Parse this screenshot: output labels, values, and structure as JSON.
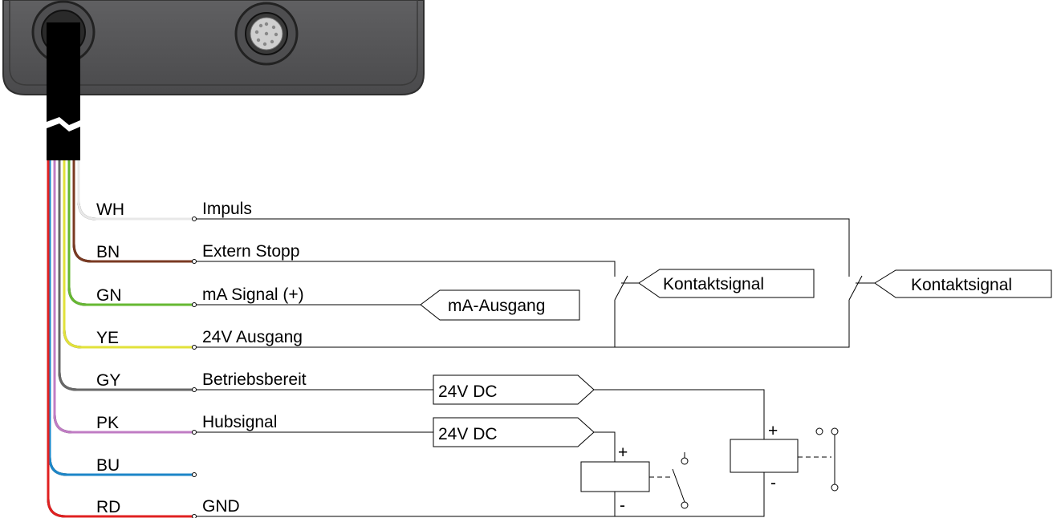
{
  "device": {
    "name": "device-housing"
  },
  "wires": [
    {
      "code": "WH",
      "signal": "Impuls",
      "color": "#e8e8e8"
    },
    {
      "code": "BN",
      "signal": "Extern Stopp",
      "color": "#7a3a22"
    },
    {
      "code": "GN",
      "signal": "mA Signal (+)",
      "color": "#66b832"
    },
    {
      "code": "YE",
      "signal": "24V Ausgang",
      "color": "#e2e23a"
    },
    {
      "code": "GY",
      "signal": "Betriebsbereit",
      "color": "#686868"
    },
    {
      "code": "PK",
      "signal": "Hubsignal",
      "color": "#c07cc4"
    },
    {
      "code": "BU",
      "signal": "",
      "color": "#1c86c8"
    },
    {
      "code": "RD",
      "signal": "GND",
      "color": "#e02020"
    }
  ],
  "boxes": {
    "ma_output": "mA-Ausgang",
    "contact_signal_1": "Kontaktsignal",
    "contact_signal_2": "Kontaktsignal",
    "dc_1": "24V DC",
    "dc_2": "24V DC"
  },
  "relays": {
    "plus": "+",
    "minus": "-"
  },
  "colors": {
    "housing": "#58585a",
    "housing_border": "#2e2e2e",
    "cable": "#000000",
    "connector": "#bdbdbd"
  }
}
